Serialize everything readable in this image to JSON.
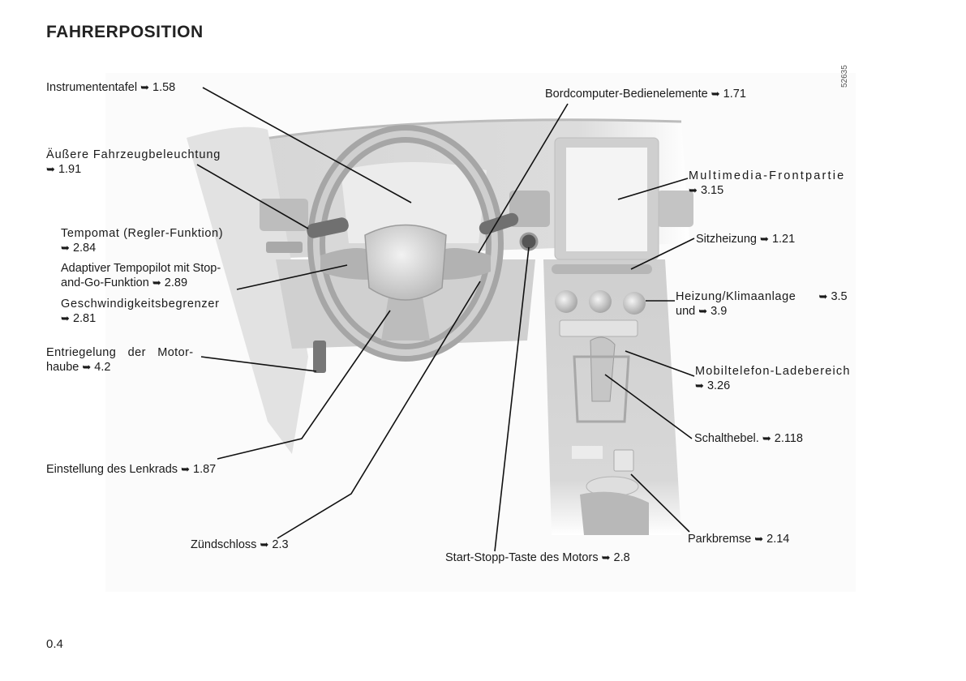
{
  "page": {
    "title": "FAHRERPOSITION",
    "page_number": "0.4",
    "figure_ref": "52635",
    "arrow_glyph": "➥"
  },
  "labels": {
    "instrumententafel": {
      "text": "Instrumententafel",
      "ref": "1.58"
    },
    "beleuchtung": {
      "text": "Äußere Fahrzeugbeleuchtung",
      "ref": "1.91"
    },
    "tempomat": {
      "text": "Tempomat (Regler-Funktion)",
      "ref": "2.84"
    },
    "adaptiver_line1": "Adaptiver Tempopilot mit Stop-",
    "adaptiver_line2": "and-Go-Funktion",
    "adaptiver_ref": "2.89",
    "begrenzer": {
      "text": "Geschwindigkeitsbegrenzer",
      "ref": "2.81"
    },
    "motorhaube_line1": "Entriegelung der Motor-",
    "motorhaube_line2": "haube",
    "motorhaube_ref": "4.2",
    "lenkrad": {
      "text": "Einstellung des Lenkrads",
      "ref": "1.87"
    },
    "zuendschloss": {
      "text": "Zündschloss",
      "ref": "2.3"
    },
    "start_stopp": {
      "text": "Start-Stopp-Taste des Motors",
      "ref": "2.8"
    },
    "bordcomputer": {
      "text": "Bordcomputer-Bedienelemente",
      "ref": "1.71"
    },
    "multimedia": {
      "text": "Multimedia-Frontpartie",
      "ref": "3.15"
    },
    "sitzheizung": {
      "text": "Sitzheizung",
      "ref": "1.21"
    },
    "heizung_line1": "Heizung/Klimaanlage",
    "heizung_ref1": "3.5",
    "heizung_und": "und",
    "heizung_ref2": "3.9",
    "mobiltelefon": {
      "text": "Mobiltelefon-Ladebereich",
      "ref": "3.26"
    },
    "schalthebel": {
      "text": "Schalthebel.",
      "ref": "2.118"
    },
    "parkbremse": {
      "text": "Parkbremse",
      "ref": "2.14"
    }
  },
  "colors": {
    "line": "#111111",
    "illustration_light": "#e6e6e6",
    "illustration_mid": "#c8c8c8",
    "illustration_dark": "#9a9a9a"
  }
}
